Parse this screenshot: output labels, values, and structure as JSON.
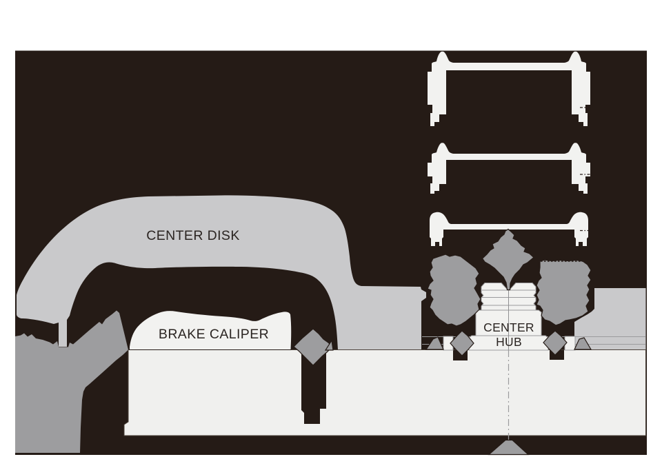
{
  "diagram": {
    "labels": {
      "center_disk": "CENTER DISK",
      "brake_caliper": "BRAKE CALIPER",
      "center_hub_line1": "CENTER",
      "center_hub_line2": "HUB"
    },
    "colors": {
      "page_background": "#ffffff",
      "canvas_dark": "#251b16",
      "light_gray_parts": "#c9c9cb",
      "off_white_parts": "#f2f2f0",
      "medium_gray_parts": "#9d9d9f",
      "hairline_gray": "#9b9b9d",
      "label_text": "#2b2522"
    },
    "parts": [
      "wheel-rim-cross-section-top",
      "wheel-rim-cross-section-middle",
      "wheel-rim-cross-section-bottom",
      "center-disk",
      "rim-band-left",
      "rim-band-right",
      "brake-caliper",
      "axle-slab",
      "suspension-wedge",
      "spoke-diamond",
      "hub-flange-left",
      "hub-flange-right",
      "center-hub-tower",
      "caliper-diamond",
      "hub-small-diamond-left",
      "hub-small-diamond-right",
      "hub-small-triangle-left",
      "hub-small-triangle-right",
      "axle-center-triangle",
      "center-axis-line"
    ]
  }
}
